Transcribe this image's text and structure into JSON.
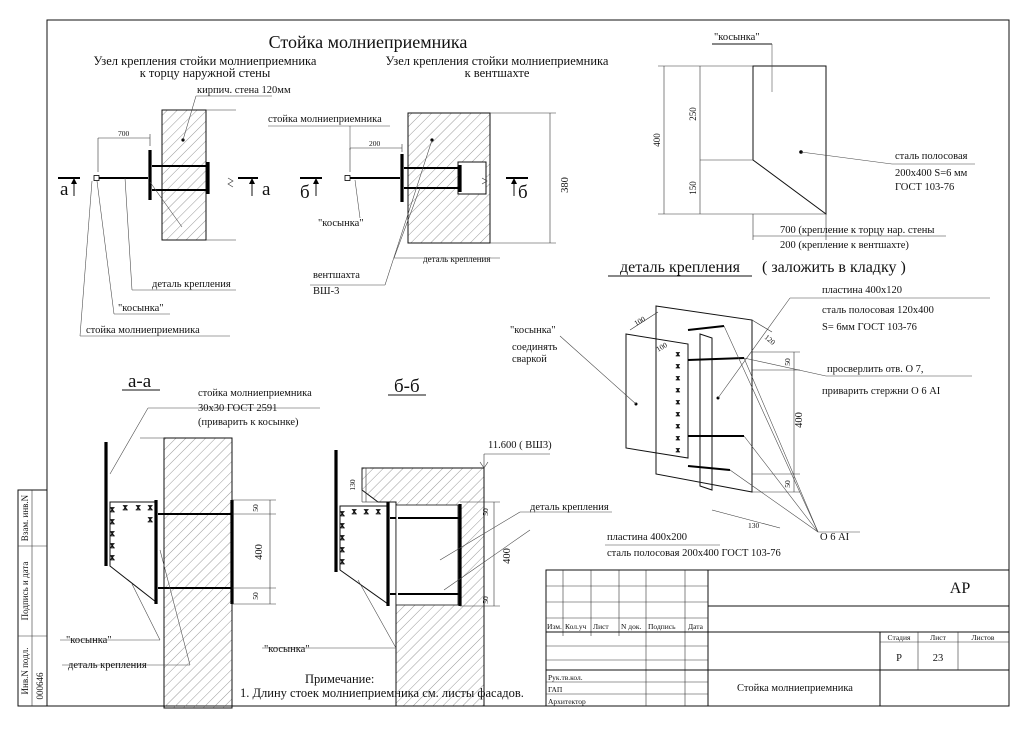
{
  "drawing": {
    "main_title": "Стойка молниеприемника",
    "node1_title_line1": "Узел крепления стойки молниеприемника",
    "node1_title_line2": "к торцу наружной стены",
    "node2_title_line1": "Узел крепления стойки молниеприемника",
    "node2_title_line2": "к вентшахте",
    "brick_wall": "кирпич. стена 120мм",
    "dim_700": "700",
    "dim_200": "200",
    "dim_380": "380",
    "cut_a": "а",
    "cut_b": "б",
    "rod_label": "стойка молниеприемника",
    "kosynka_q": "\"косынка\"",
    "detail_fix": "деталь крепления",
    "vent_shaft": "вентшахта",
    "vsh3": "ВШ-3",
    "section_aa": "а-а",
    "section_bb": "б-б",
    "rod_spec_line1": "стойка молниеприемника",
    "rod_spec_line2": "30x30 ГОСТ 2591",
    "rod_spec_line3": "(приварить к косынке)",
    "level_mark": "11.600 ( ВШ3)",
    "dim_50": "50",
    "dim_400": "400",
    "dim_130": "130",
    "plate_400x200": "пластина 400x200",
    "steel_200x400": "сталь полосовая 200x400 ГОСТ 103-76",
    "note_title": "Примечание:",
    "note_1": "1. Длину стоек молниеприемника см. листы фасадов.",
    "dim_250": "250",
    "dim_150": "150",
    "steel_strip": "сталь полосовая",
    "steel_strip_size": "200x400 S=6 мм",
    "gost_103": "ГОСТ 103-76",
    "kos_700_note": "700  (крепление к торцу нар. стены",
    "kos_200_note": "200 (крепление к вентшахте)",
    "detail_title": "деталь крепления",
    "detail_title_note": "( заложить в кладку )",
    "plate_400x120": "пластина 400x120",
    "steel_120x400": "сталь полосовая 120x400",
    "s6_gost": "S= 6мм  ГОСТ 103-76",
    "drill": "просверлить отв. О 7,",
    "weld_rods": "приварить стержни О 6 АI",
    "connect_line1": "соединять",
    "connect_line2": "сваркой",
    "dim_100": "100",
    "dim_120": "120",
    "rod_6ai": "О 6 АI"
  },
  "side_stamp": {
    "inv_no": "Инв.N подл.",
    "sign_date": "Подпись и дата",
    "replace_inv": "Взам. инв.N",
    "inv_value": "000646"
  },
  "title_block": {
    "code": "АР",
    "headers": [
      "Изм.",
      "Кол.уч",
      "Лист",
      "N док.",
      "Подпись",
      "Дата"
    ],
    "roles": [
      "Рук.тв.кол.",
      "ГАП",
      "Архитектор"
    ],
    "stage_label": "Стадия",
    "sheet_label": "Лист",
    "sheets_label": "Листов",
    "stage_value": "Р",
    "sheet_value": "23",
    "sheets_value": "",
    "sheet_title": "Стойка молниеприемника"
  }
}
